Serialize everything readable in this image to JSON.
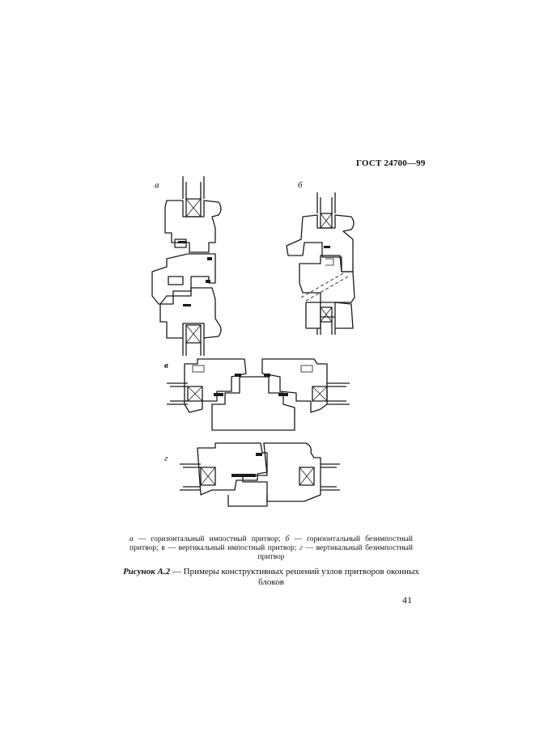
{
  "header": {
    "standard": "ГОСТ 24700—99"
  },
  "panels": [
    {
      "id": "a",
      "label": "а"
    },
    {
      "id": "b",
      "label": "б"
    },
    {
      "id": "v",
      "label": "в"
    },
    {
      "id": "g",
      "label": "г"
    }
  ],
  "caption": {
    "a_key": "а",
    "a_text": " — горизонтальный импостный притвор; ",
    "b_key": "б",
    "b_text": " — горизонтальный безимпостный притвор; в — вертикальный импостный притвор; ",
    "g_key": "г",
    "g_text": " — вертикальный безимпостный притвор"
  },
  "figure": {
    "label": "Рисунок А.2",
    "title": " — Примеры конструктивных решений узлов притворов оконных блоков"
  },
  "page_number": "41"
}
